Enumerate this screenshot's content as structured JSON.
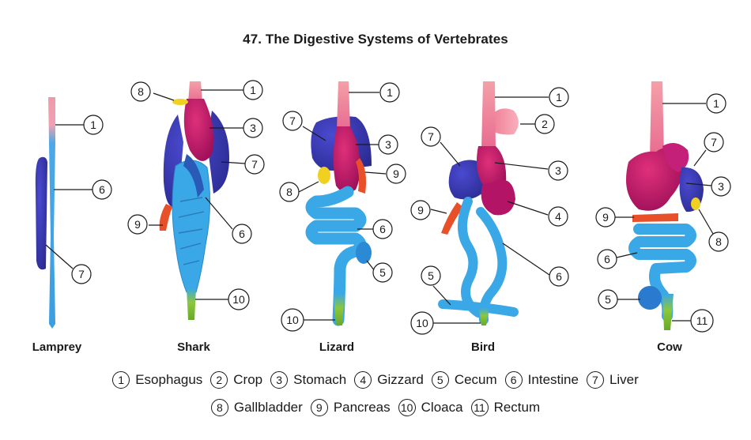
{
  "title": "47.  The Digestive Systems of Vertebrates",
  "colors": {
    "esophagus": "#f08a9a",
    "stomach": "#c41a6a",
    "liver": "#3a3ab0",
    "intestine": "#3aa8e6",
    "pancreas": "#e8502a",
    "gallbladder": "#f0d020",
    "rectum": "#8cc83a",
    "crop": "#f6a0b0"
  },
  "animals": [
    {
      "name": "Lamprey",
      "labels": [
        "1",
        "6",
        "7"
      ]
    },
    {
      "name": "Shark",
      "labels": [
        "8",
        "1",
        "3",
        "7",
        "9",
        "6",
        "10"
      ]
    },
    {
      "name": "Lizard",
      "labels": [
        "1",
        "7",
        "3",
        "9",
        "8",
        "6",
        "5",
        "10"
      ]
    },
    {
      "name": "Bird",
      "labels": [
        "1",
        "2",
        "7",
        "3",
        "9",
        "4",
        "6",
        "5",
        "10"
      ]
    },
    {
      "name": "Cow",
      "labels": [
        "1",
        "7",
        "3",
        "9",
        "8",
        "6",
        "5",
        "11"
      ]
    }
  ],
  "legend": [
    {
      "num": "1",
      "name": "Esophagus"
    },
    {
      "num": "2",
      "name": "Crop"
    },
    {
      "num": "3",
      "name": "Stomach"
    },
    {
      "num": "4",
      "name": "Gizzard"
    },
    {
      "num": "5",
      "name": "Cecum"
    },
    {
      "num": "6",
      "name": "Intestine"
    },
    {
      "num": "7",
      "name": "Liver"
    },
    {
      "num": "8",
      "name": "Gallbladder"
    },
    {
      "num": "9",
      "name": "Pancreas"
    },
    {
      "num": "10",
      "name": "Cloaca"
    },
    {
      "num": "11",
      "name": "Rectum"
    }
  ]
}
